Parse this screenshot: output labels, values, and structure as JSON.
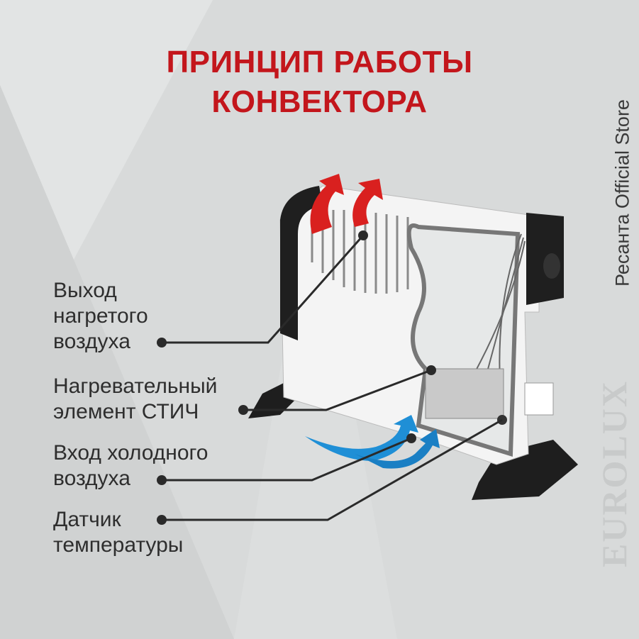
{
  "title": {
    "line1": "ПРИНЦИП РАБОТЫ",
    "line2": "КОНВЕКТОРА"
  },
  "labels": {
    "hot_air": [
      "Выход",
      "нагретого",
      "воздуха"
    ],
    "heating_element": [
      "Нагревательный",
      "элемент СТИЧ"
    ],
    "cold_air": [
      "Вход холодного",
      "воздуха"
    ],
    "sensor": [
      "Датчик",
      "температуры"
    ]
  },
  "store": "Ресанта Official Store",
  "watermark": "EUROLUX",
  "colors": {
    "title": "#c3161c",
    "hot_arrow": "#d9201f",
    "cold_arrow": "#1f8fd6",
    "background": "#d8dada"
  }
}
